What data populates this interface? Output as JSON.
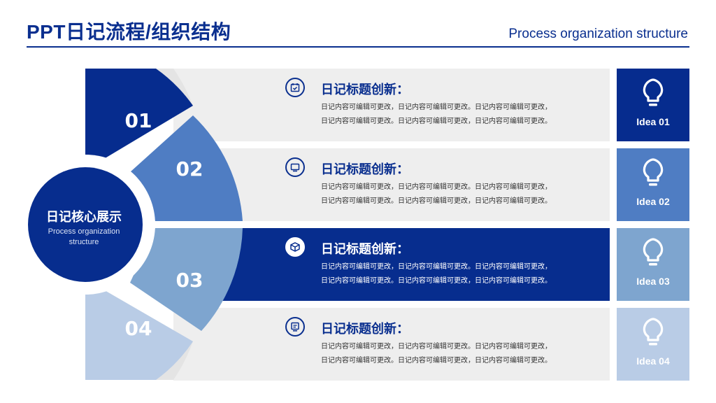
{
  "header": {
    "title": "PPT日记流程/组织结构",
    "subtitle": "Process organization structure"
  },
  "core": {
    "title": "日记核心展示",
    "subtitle_line1": "Process organization",
    "subtitle_line2": "structure"
  },
  "segments": [
    {
      "num": "01",
      "color": "#062c8e"
    },
    {
      "num": "02",
      "color": "#4f7dc3"
    },
    {
      "num": "03",
      "color": "#7ea5cf"
    },
    {
      "num": "04",
      "color": "#b9cce6"
    }
  ],
  "rows": [
    {
      "icon": "calendar-icon",
      "title": "日记标题创新：",
      "line1": "日记内容可编辑可更改，日记内容可编辑可更改。日记内容可编辑可更改，",
      "line2": "日记内容可编辑可更改。日记内容可编辑可更改，日记内容可编辑可更改。"
    },
    {
      "icon": "monitor-icon",
      "title": "日记标题创新：",
      "line1": "日记内容可编辑可更改，日记内容可编辑可更改。日记内容可编辑可更改，",
      "line2": "日记内容可编辑可更改。日记内容可编辑可更改，日记内容可编辑可更改。"
    },
    {
      "icon": "box-icon",
      "title": "日记标题创新：",
      "line1": "日记内容可编辑可更改，日记内容可编辑可更改。日记内容可编辑可更改，",
      "line2": "日记内容可编辑可更改。日记内容可编辑可更改，日记内容可编辑可更改。"
    },
    {
      "icon": "presentation-icon",
      "title": "日记标题创新：",
      "line1": "日记内容可编辑可更改，日记内容可编辑可更改。日记内容可编辑可更改，",
      "line2": "日记内容可编辑可更改。日记内容可编辑可更改，日记内容可编辑可更改。"
    }
  ],
  "ideas": [
    {
      "label": "Idea 01",
      "color": "#062c8e",
      "icon": "lightbulb-icon"
    },
    {
      "label": "Idea 02",
      "color": "#4f7dc3",
      "icon": "lightbulb-icon"
    },
    {
      "label": "Idea 03",
      "color": "#7ea5cf",
      "icon": "lightbulb-icon"
    },
    {
      "label": "Idea 04",
      "color": "#b9cce6",
      "icon": "lightbulb-icon"
    }
  ],
  "colors": {
    "accent": "#0a2f8f",
    "row_bg": "#eeeeee",
    "active_row_bg": "#072d8e"
  }
}
